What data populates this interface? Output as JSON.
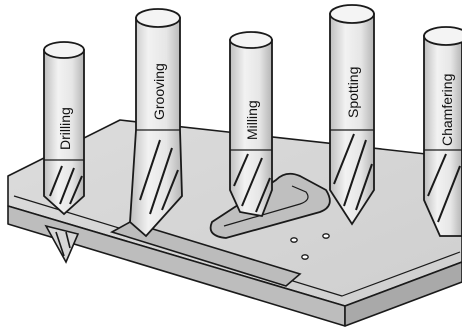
{
  "tools": [
    {
      "label": "Drilling"
    },
    {
      "label": "Grooving"
    },
    {
      "label": "Milling"
    },
    {
      "label": "Spotting"
    },
    {
      "label": "Chamfering"
    }
  ],
  "colors": {
    "tool_face": "#e9e9e9",
    "tool_shade": "#c9c9c9",
    "plate_top": "#d8d8d8",
    "plate_side": "#bdbdbd",
    "outline": "#1a1a1a",
    "background": "#ffffff"
  }
}
